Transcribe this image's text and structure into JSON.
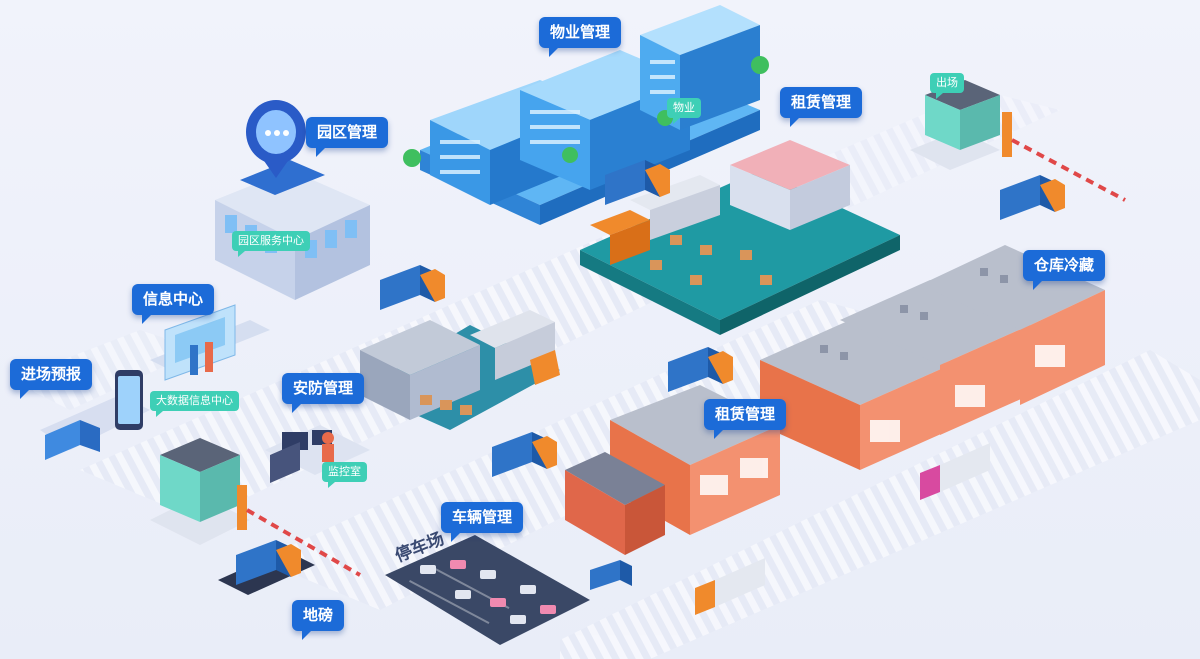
{
  "labels": {
    "property_mgmt": "物业管理",
    "park_mgmt": "园区管理",
    "lease_mgmt_top": "租赁管理",
    "lease_mgmt_mid": "租赁管理",
    "cold_storage": "仓库冷藏",
    "info_center": "信息中心",
    "entry_forecast": "进场预报",
    "security_mgmt": "安防管理",
    "vehicle_mgmt": "车辆管理",
    "weighbridge": "地磅"
  },
  "mini_labels": {
    "property": "物业",
    "park_service": "园区服务中心",
    "big_data": "大数据信息中心",
    "exit": "出场",
    "monitor_room": "监控室"
  },
  "ground_text": {
    "parking": "停车场"
  },
  "colors": {
    "tag_blue": "#1c6bd8",
    "mini_teal": "#3ecfb6",
    "building_blue": "#3aa3f0",
    "warehouse_orange": "#e8734a",
    "truck_blue": "#2f74c8",
    "background": "#eef1fa"
  }
}
